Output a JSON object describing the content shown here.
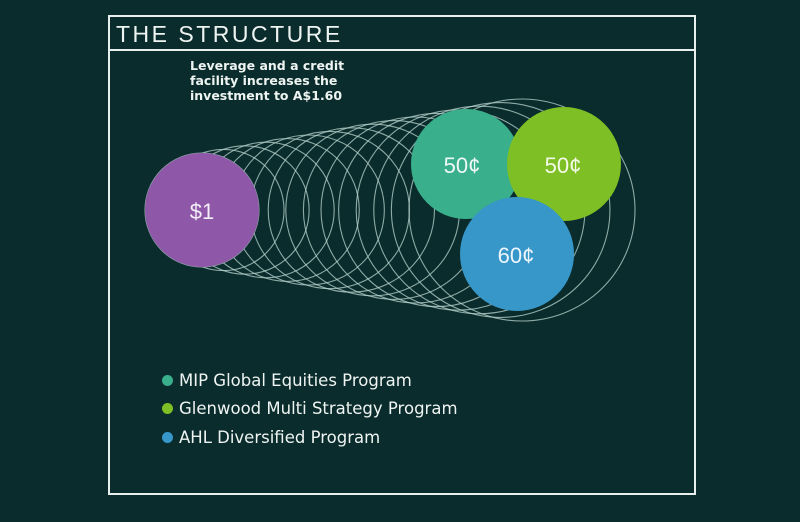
{
  "title": "THE STRUCTURE",
  "note": "Leverage and a credit facility increases the investment to A$1.60",
  "circles": {
    "start": "$1",
    "mip": "50¢",
    "glenwood": "50¢",
    "ahl": "60¢"
  },
  "colors": {
    "start": "#8e57a8",
    "mip": "#3aaf8c",
    "glenwood": "#7dbf24",
    "ahl": "#3797c9"
  },
  "legend": [
    {
      "label": "MIP Global Equities Program",
      "color": "#3aaf8c"
    },
    {
      "label": "Glenwood Multi Strategy Program",
      "color": "#7dbf24"
    },
    {
      "label": "AHL Diversified Program",
      "color": "#3797c9"
    }
  ]
}
